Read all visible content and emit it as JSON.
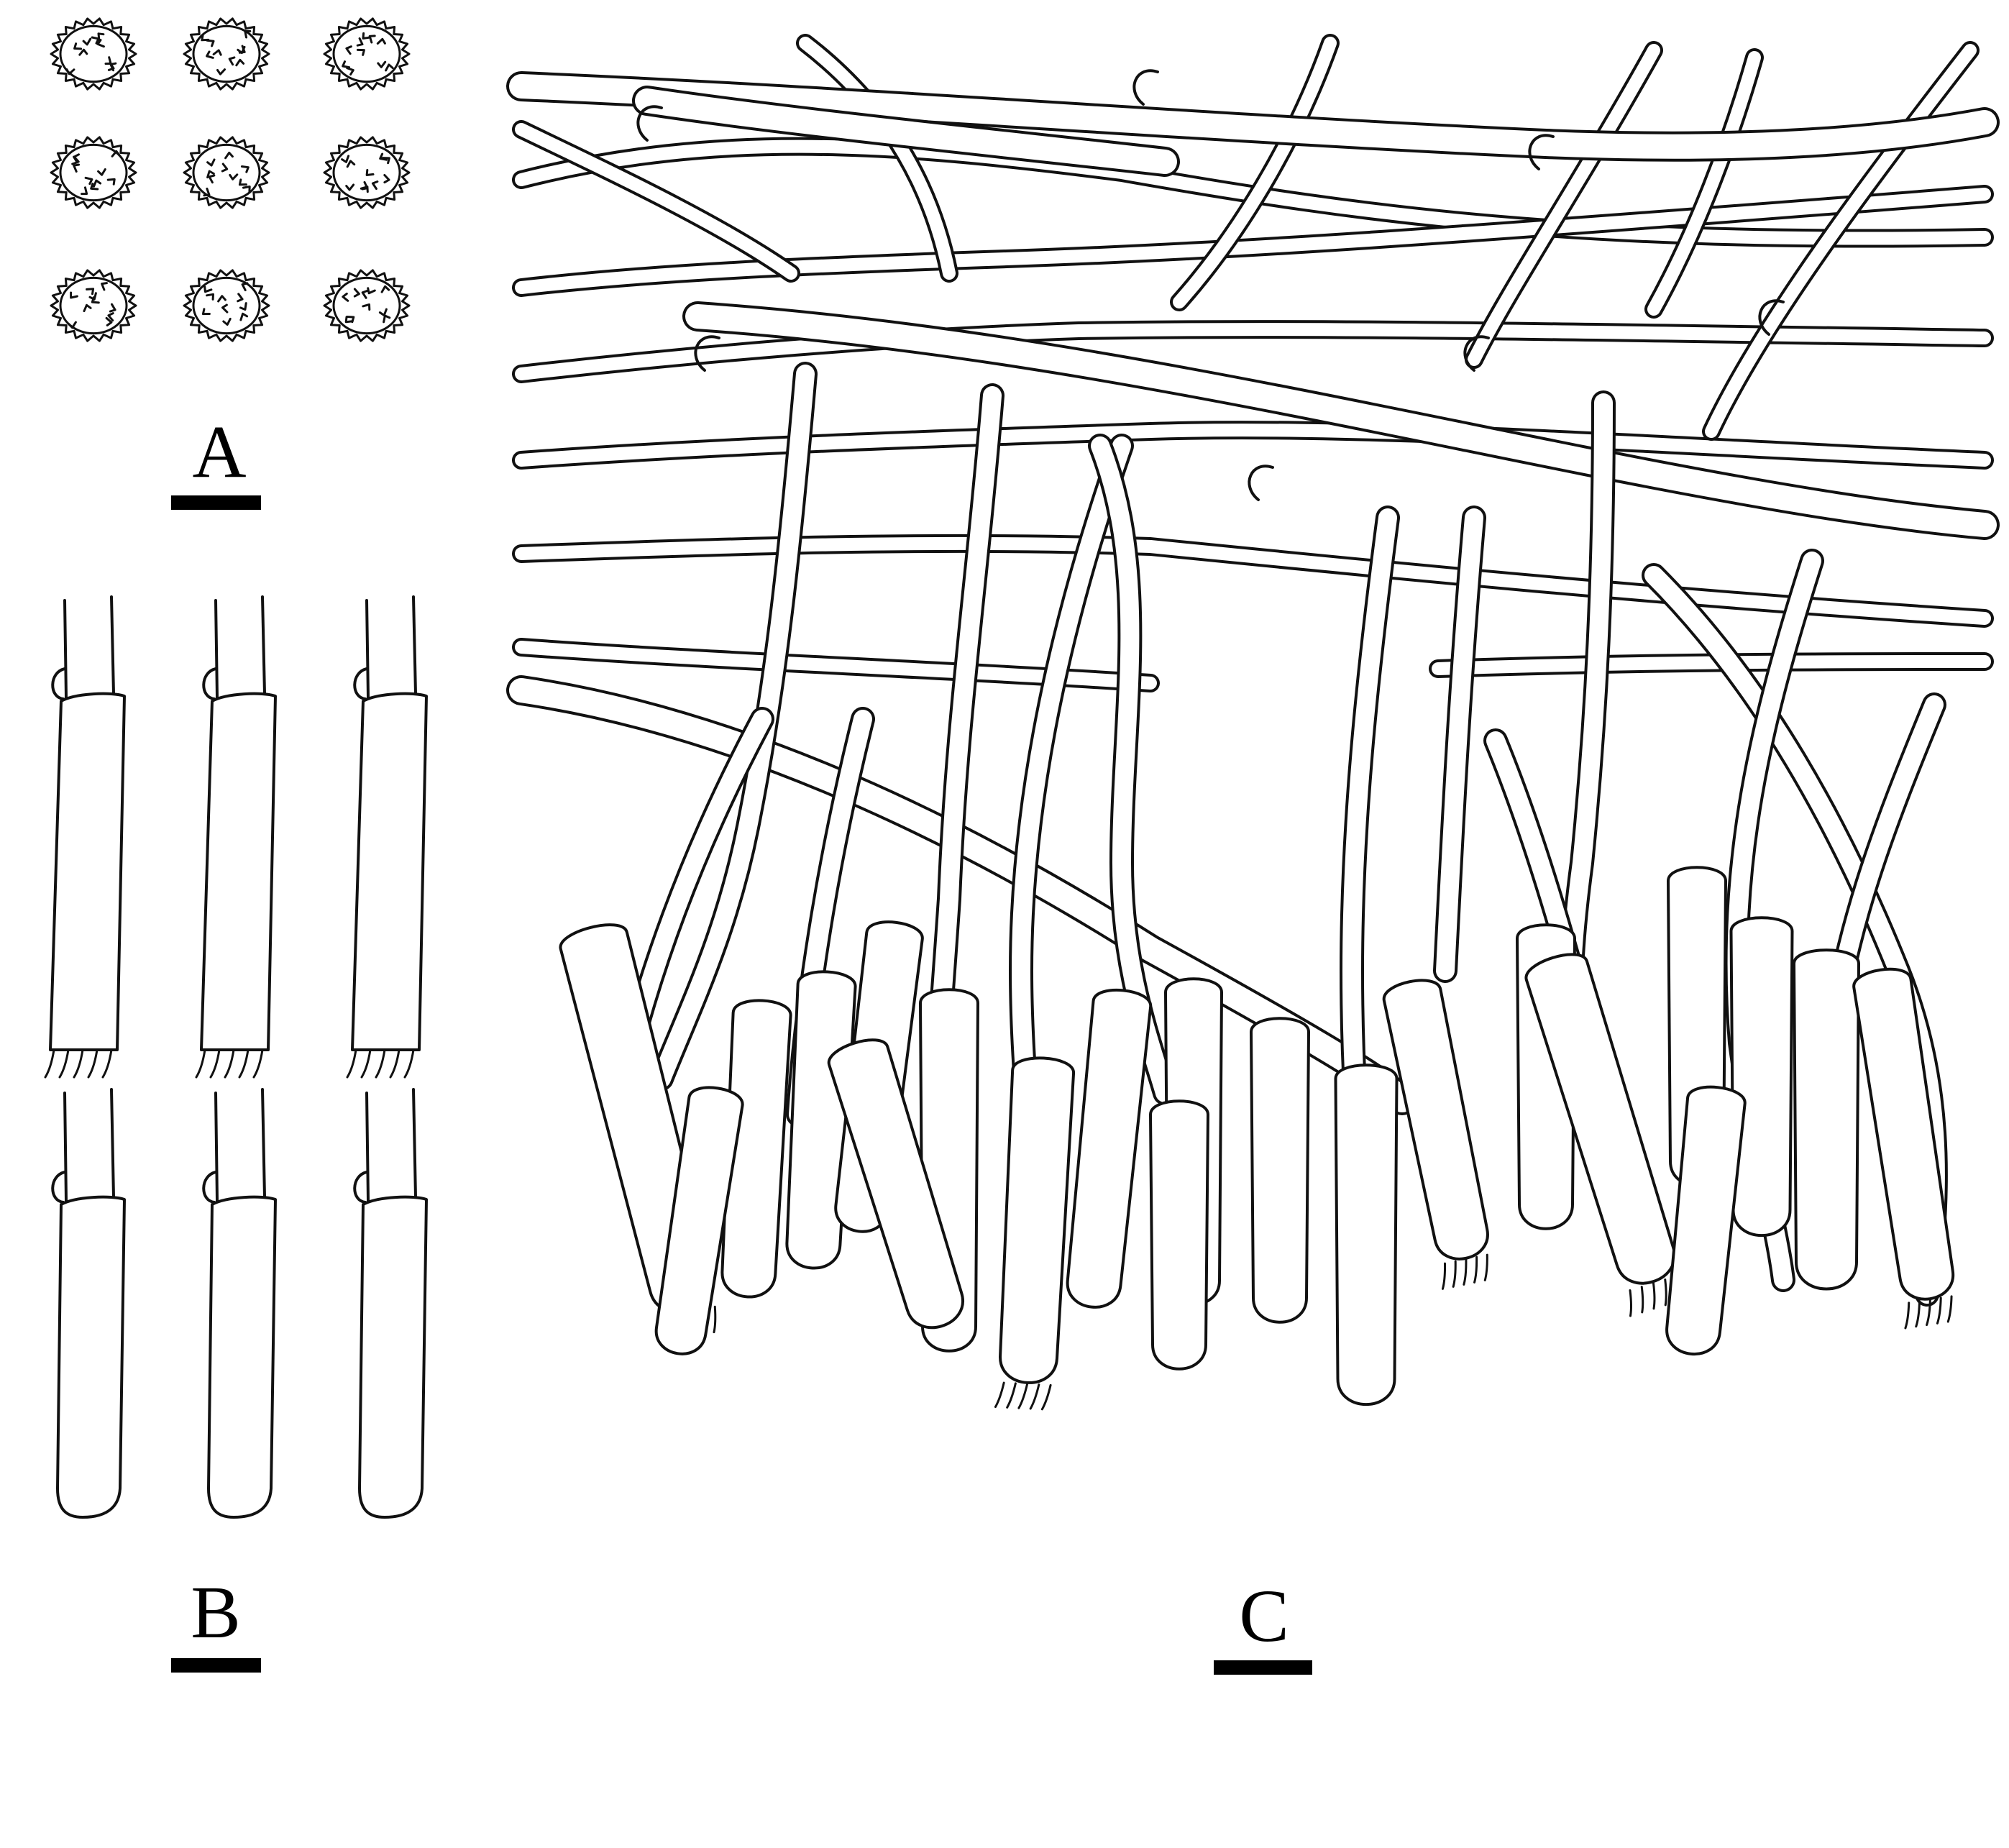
{
  "panels": {
    "a": {
      "label": "A"
    },
    "b": {
      "label": "B"
    },
    "c": {
      "label": "C"
    }
  },
  "colors": {
    "ink": "#111111",
    "background": "#ffffff"
  }
}
